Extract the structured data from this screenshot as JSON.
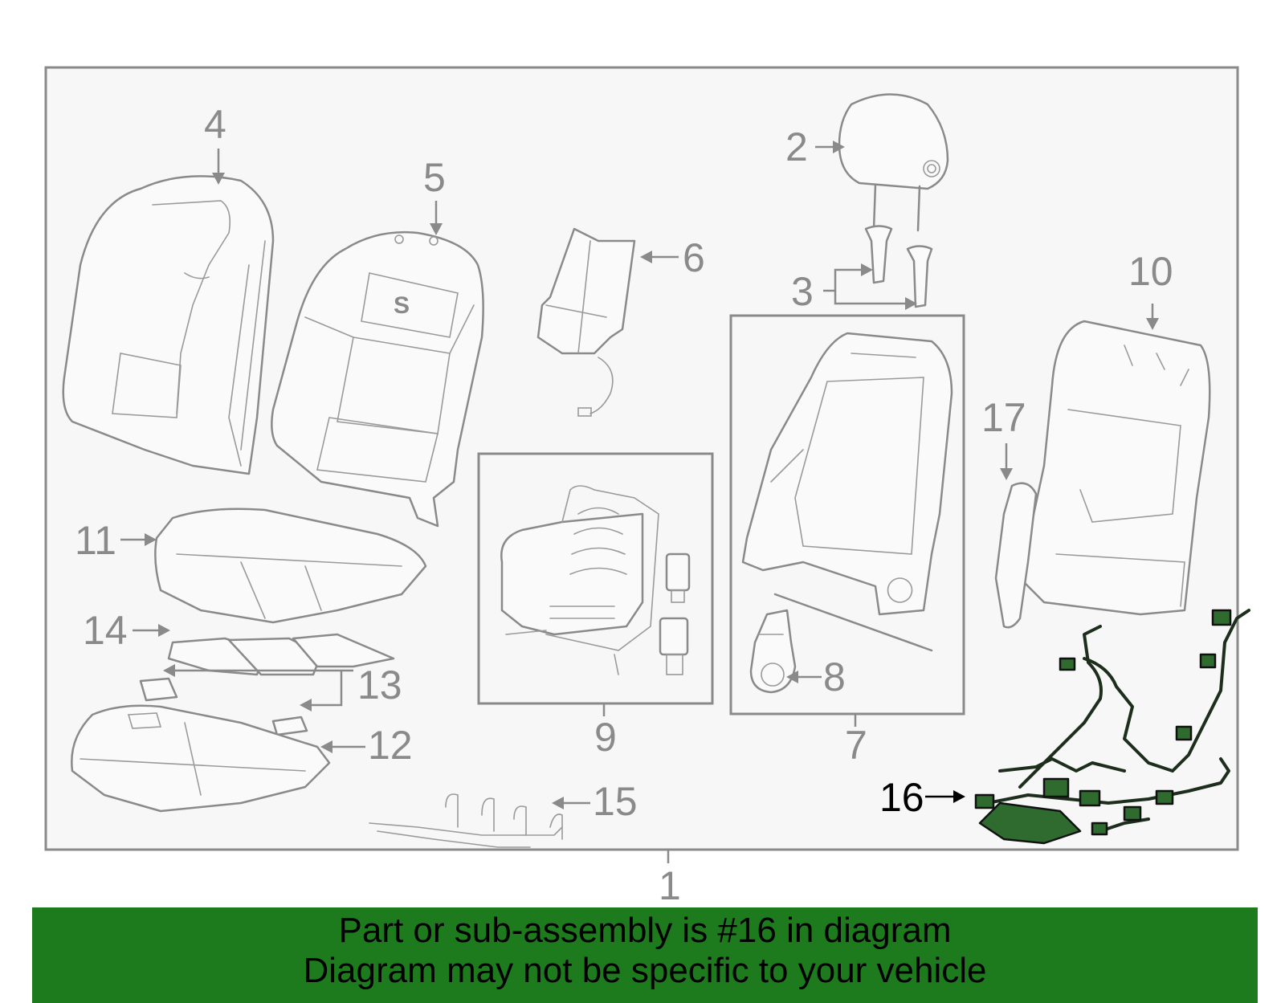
{
  "callouts": {
    "c1": "1",
    "c2": "2",
    "c3": "3",
    "c4": "4",
    "c5": "5",
    "c6": "6",
    "c7": "7",
    "c8": "8",
    "c9": "9",
    "c10": "10",
    "c11": "11",
    "c12": "12",
    "c13": "13",
    "c14": "14",
    "c15": "15",
    "c16": "16",
    "c17": "17"
  },
  "highlighted_part": "16",
  "colors": {
    "line": "#8a8a8a",
    "highlight": "#2f6b2f",
    "banner": "#1d7a1d"
  },
  "banner": {
    "line1": "Part or sub-assembly is #16 in diagram",
    "line2": "Diagram may not be specific to your vehicle"
  }
}
